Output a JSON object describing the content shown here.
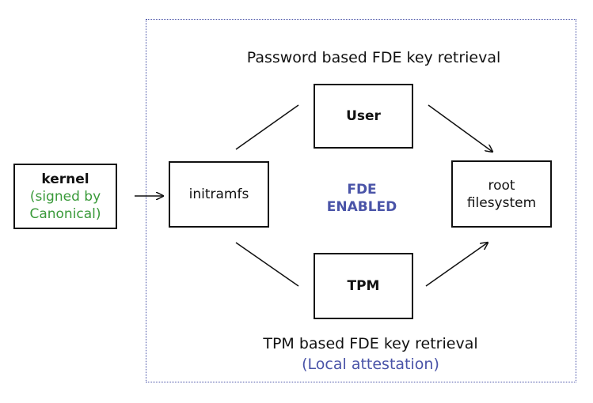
{
  "diagram": {
    "kernel": {
      "title": "kernel",
      "note_line1": "(signed by",
      "note_line2": "Canonical)"
    },
    "initramfs": {
      "label": "initramfs"
    },
    "user": {
      "label": "User"
    },
    "tpm": {
      "label": "TPM"
    },
    "rootfs": {
      "line1": "root",
      "line2": "filesystem"
    },
    "center": {
      "line1": "FDE",
      "line2": "ENABLED"
    },
    "password_caption": "Password based FDE key retrieval",
    "tpm_caption": "TPM based FDE key retrieval",
    "tpm_subcaption": "(Local attestation)"
  },
  "colors": {
    "green": "#3a9a3a",
    "blue": "#4a54a8",
    "line": "#111111"
  }
}
